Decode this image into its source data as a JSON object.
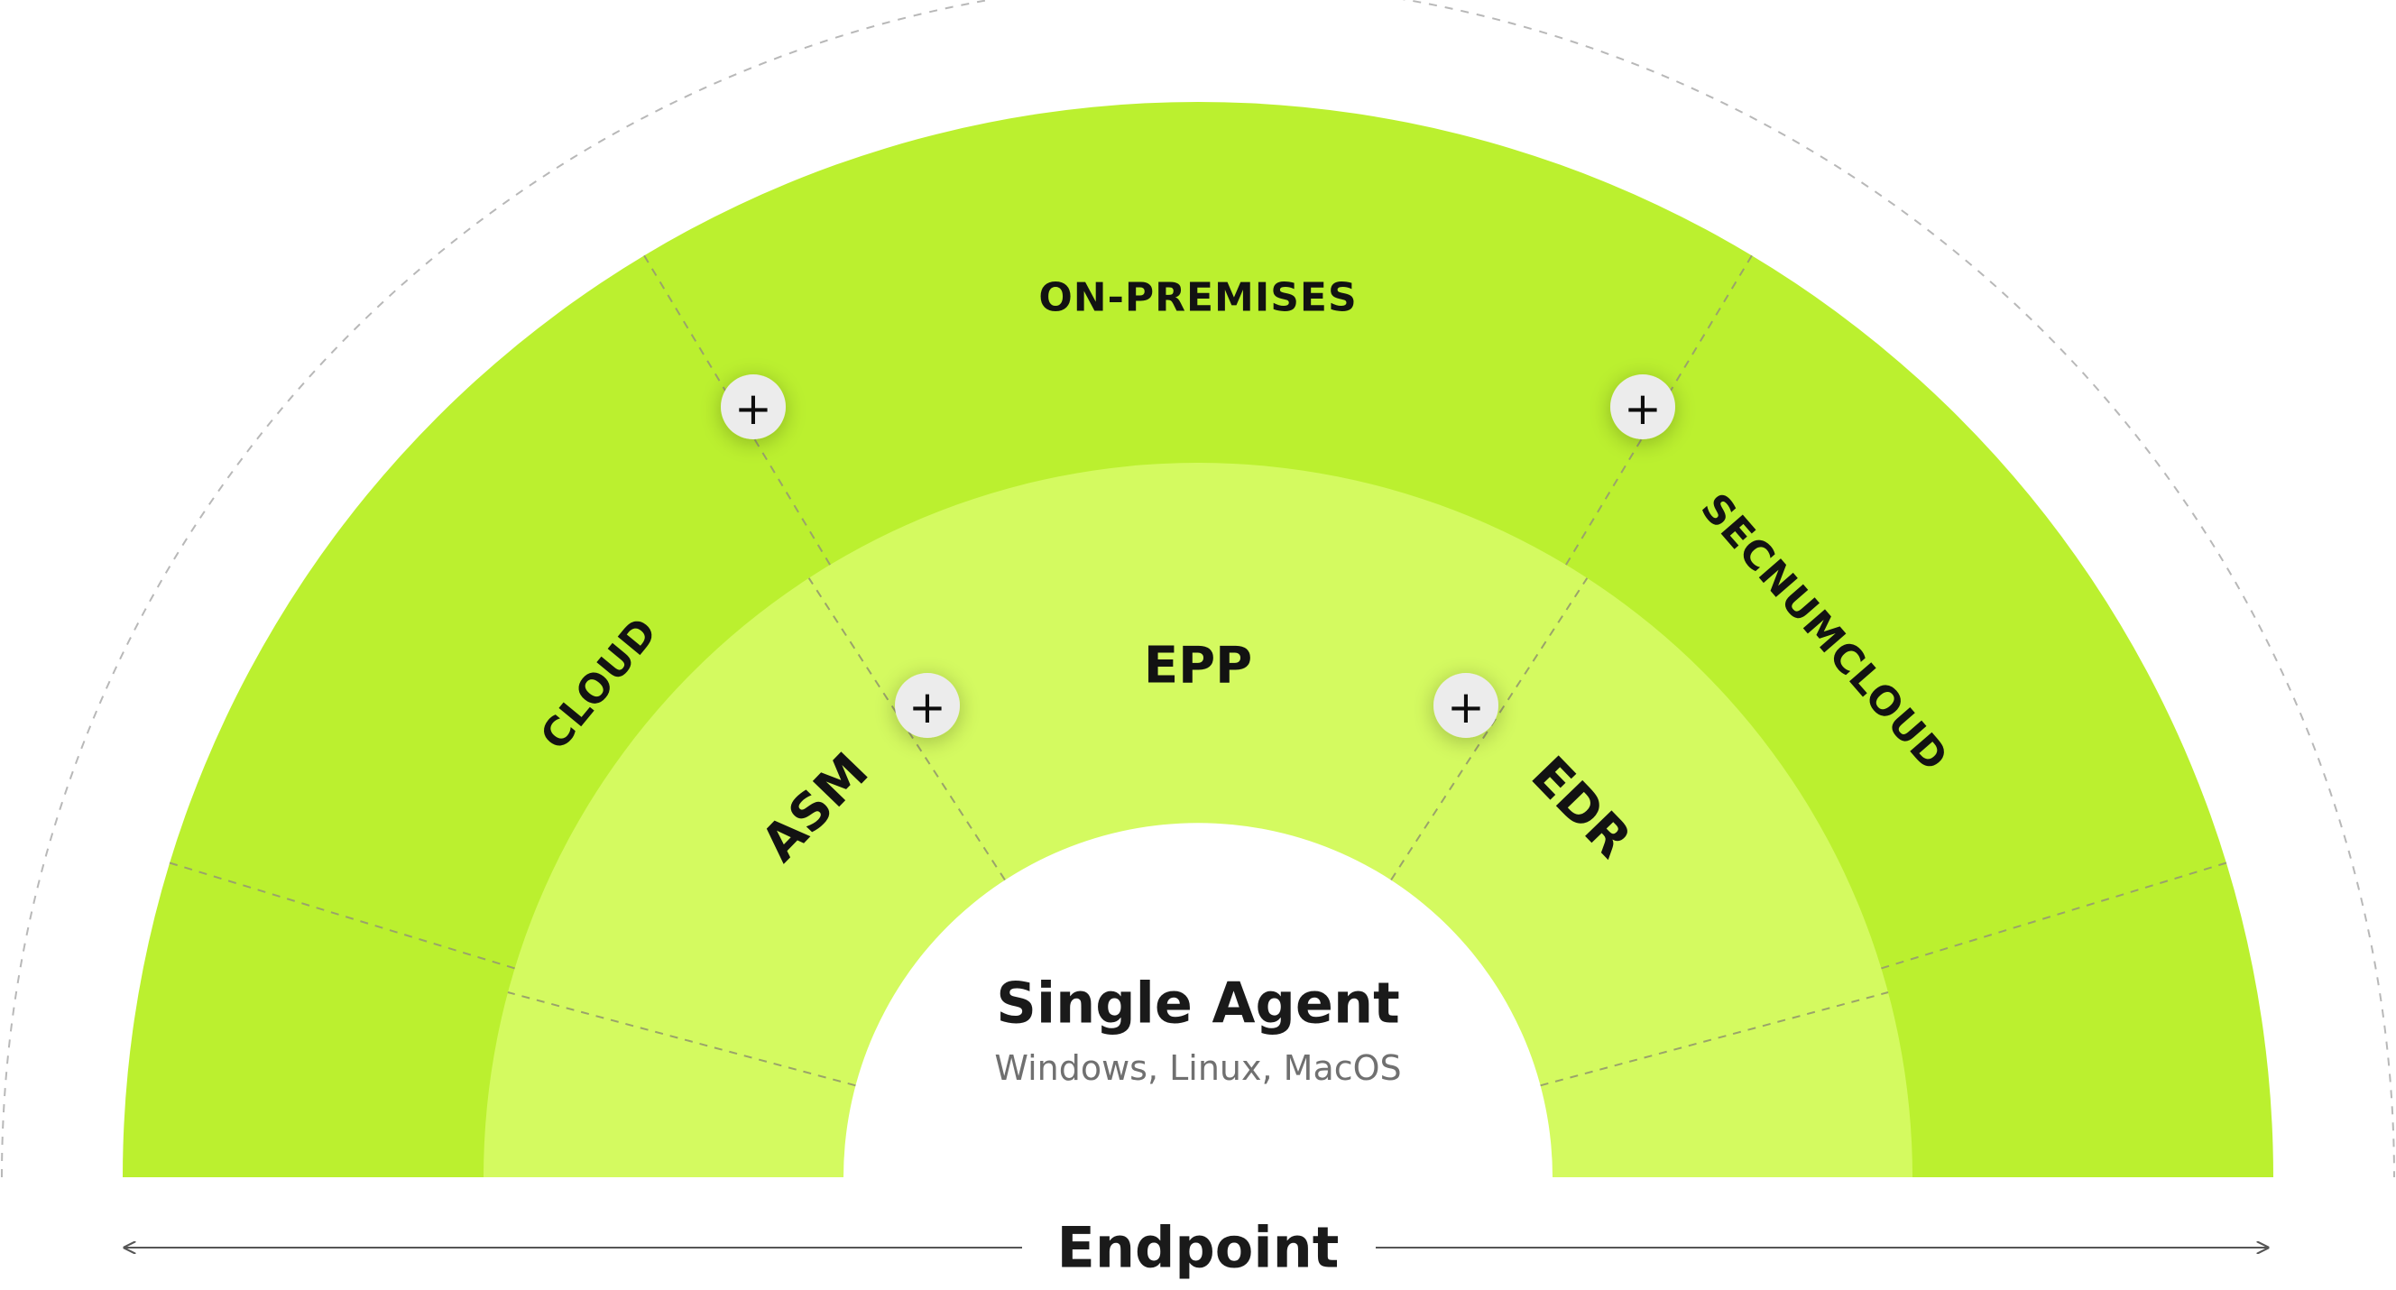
{
  "colors": {
    "outer_ring": "#bbf02f",
    "inner_ring": "#d4fa60",
    "center": "#ffffff",
    "text": "#121212",
    "subtext": "#707070",
    "dashed": "#9aa36a",
    "outer_guide": "#b8b8b8",
    "button_bg": "#ececec"
  },
  "outer_ring": {
    "left_label": "CLOUD",
    "top_label": "ON-PREMISES",
    "right_label": "SECNUMCLOUD"
  },
  "inner_ring": {
    "left_label": "ASM",
    "top_label": "EPP",
    "right_label": "EDR"
  },
  "center": {
    "title": "Single Agent",
    "subtitle": "Windows, Linux, MacOS"
  },
  "footer": {
    "label": "Endpoint"
  },
  "expand_buttons": {
    "icon": "plus-icon",
    "glyph": "+"
  }
}
